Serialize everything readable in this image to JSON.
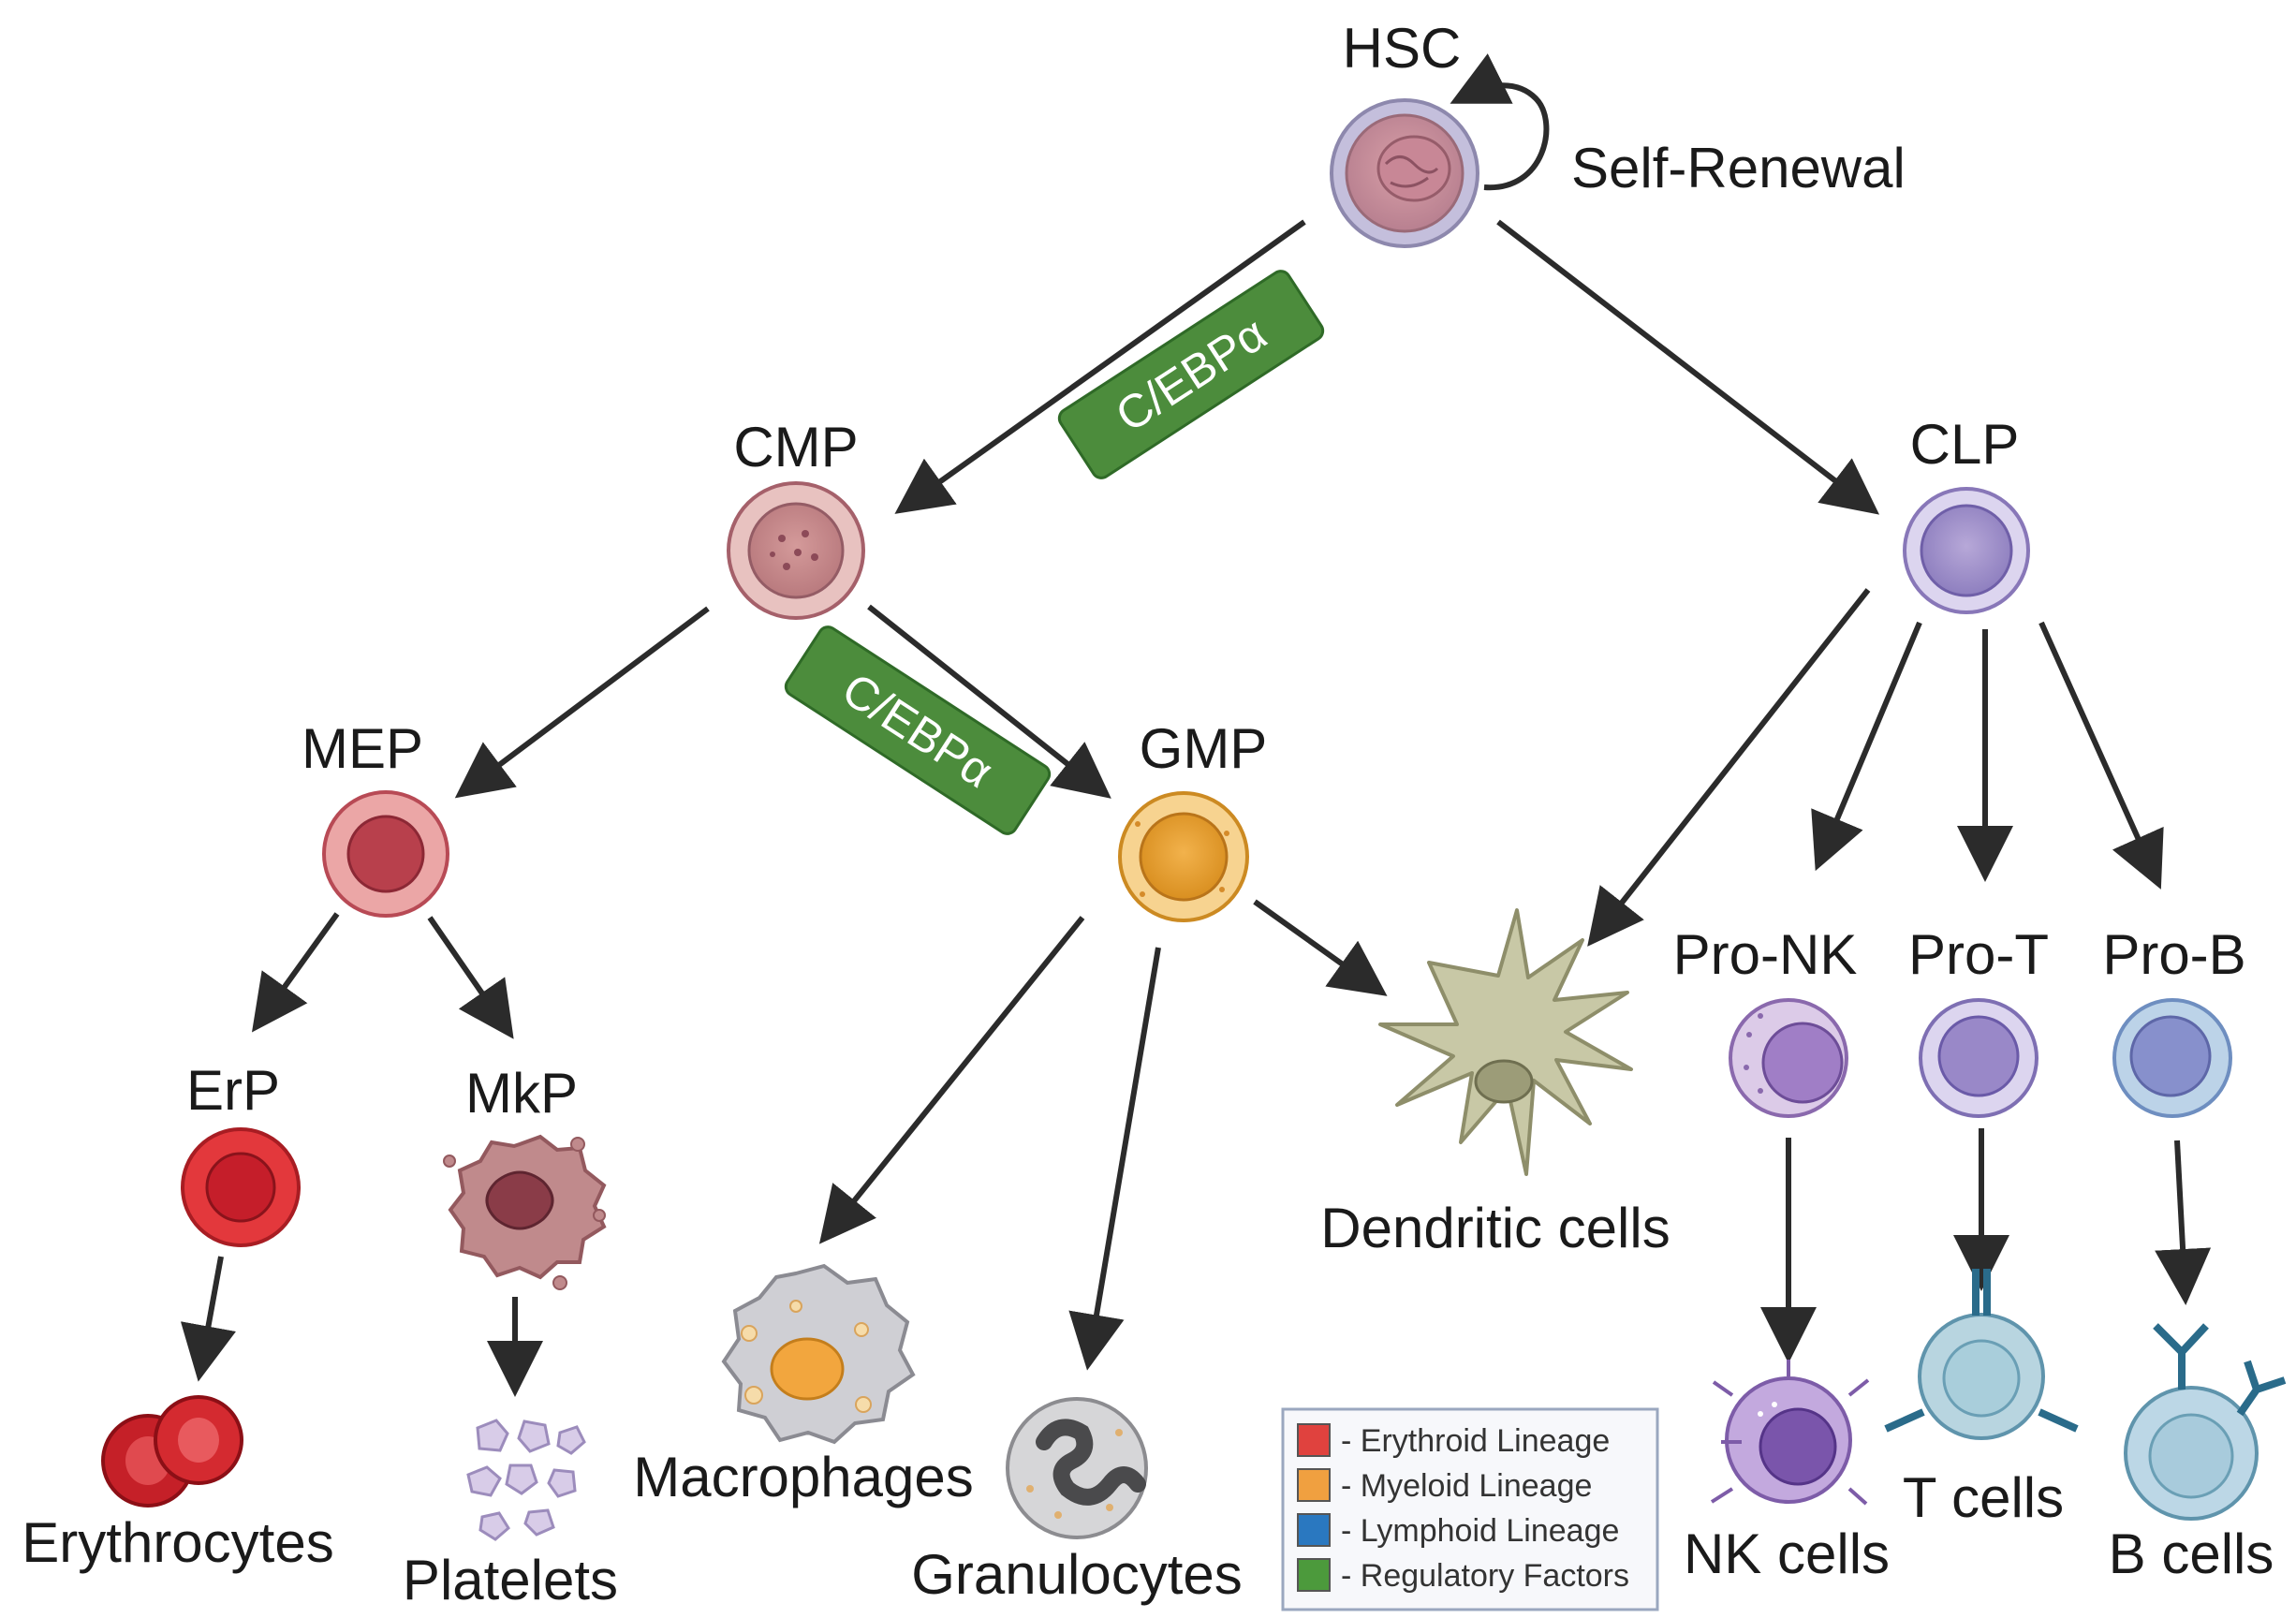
{
  "nodes": {
    "hsc": "HSC",
    "self_renewal": "Self-Renewal",
    "cmp": "CMP",
    "clp": "CLP",
    "mep": "MEP",
    "gmp": "GMP",
    "erp": "ErP",
    "mkp": "MkP",
    "pro_nk": "Pro-NK",
    "pro_t": "Pro-T",
    "pro_b": "Pro-B"
  },
  "cells": {
    "erythrocytes": "Erythrocytes",
    "platelets": "Platelets",
    "macrophages": "Macrophages",
    "granulocytes": "Granulocytes",
    "dendritic": "Dendritic cells",
    "nk": "NK cells",
    "t": "T cells",
    "b": "B cells"
  },
  "factors": {
    "upper": "C/EBPα",
    "lower": "C/EBPα"
  },
  "legend": [
    {
      "label": "- Erythroid Lineage",
      "color": "#e0423e"
    },
    {
      "label": "- Myeloid Lineage",
      "color": "#f0a040"
    },
    {
      "label": "- Lymphoid Lineage",
      "color": "#2a78c0"
    },
    {
      "label": "- Regulatory Factors",
      "color": "#4c9a3c"
    }
  ]
}
